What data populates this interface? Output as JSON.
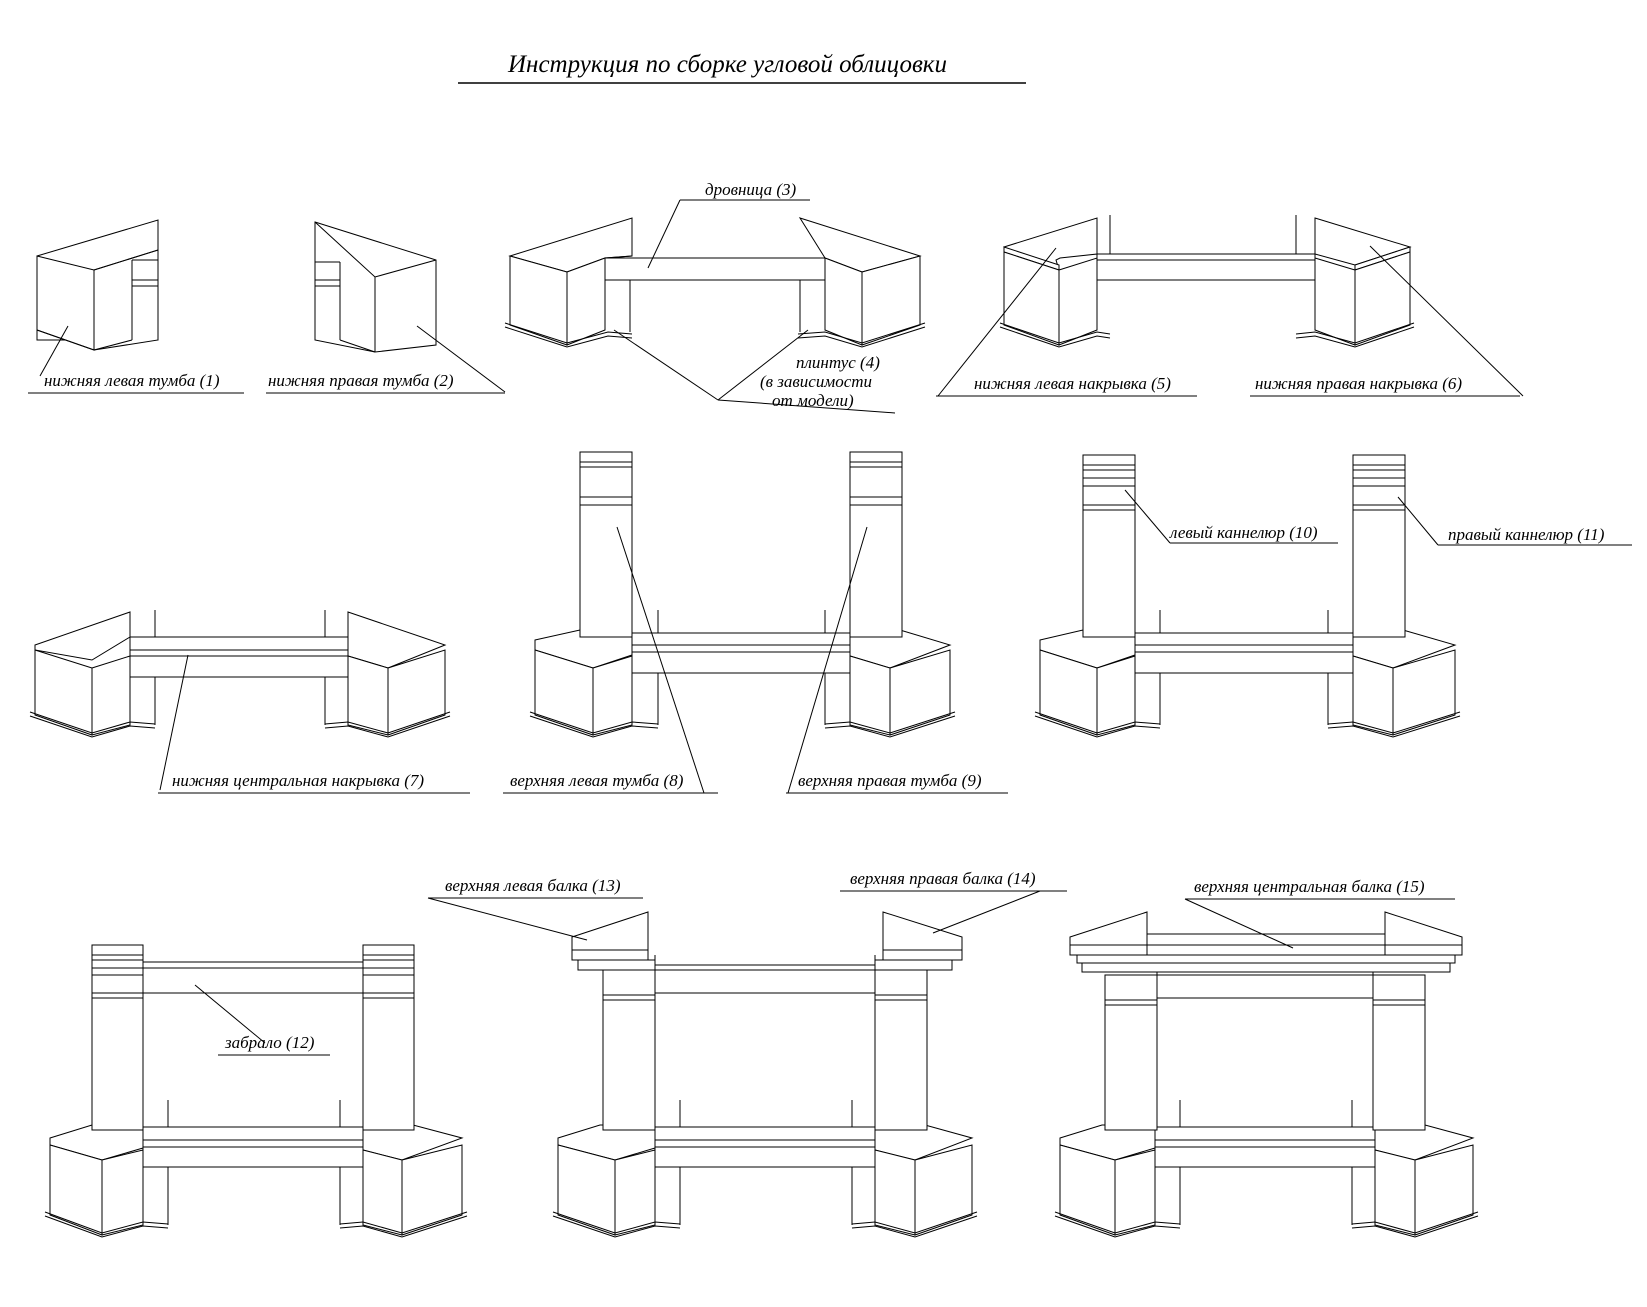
{
  "title": "Инструкция по сборке угловой облицовки",
  "labels": {
    "l1": "нижняя левая тумба (1)",
    "l2": "нижняя правая тумба (2)",
    "l3": "дровница (3)",
    "l4a": "плинтус (4)",
    "l4b": "(в зависимости",
    "l4c": "от модели)",
    "l5": "нижняя левая накрывка (5)",
    "l6": "нижняя правая накрывка (6)",
    "l7": "нижняя центральная накрывка (7)",
    "l8": "верхняя левая тумба (8)",
    "l9": "верхняя правая тумба (9)",
    "l10": "левый каннелюр (10)",
    "l11": "правый каннелюр (11)",
    "l12": "забрало (12)",
    "l13": "верхняя левая балка (13)",
    "l14": "верхняя правая балка (14)",
    "l15": "верхняя центральная балка (15)"
  }
}
